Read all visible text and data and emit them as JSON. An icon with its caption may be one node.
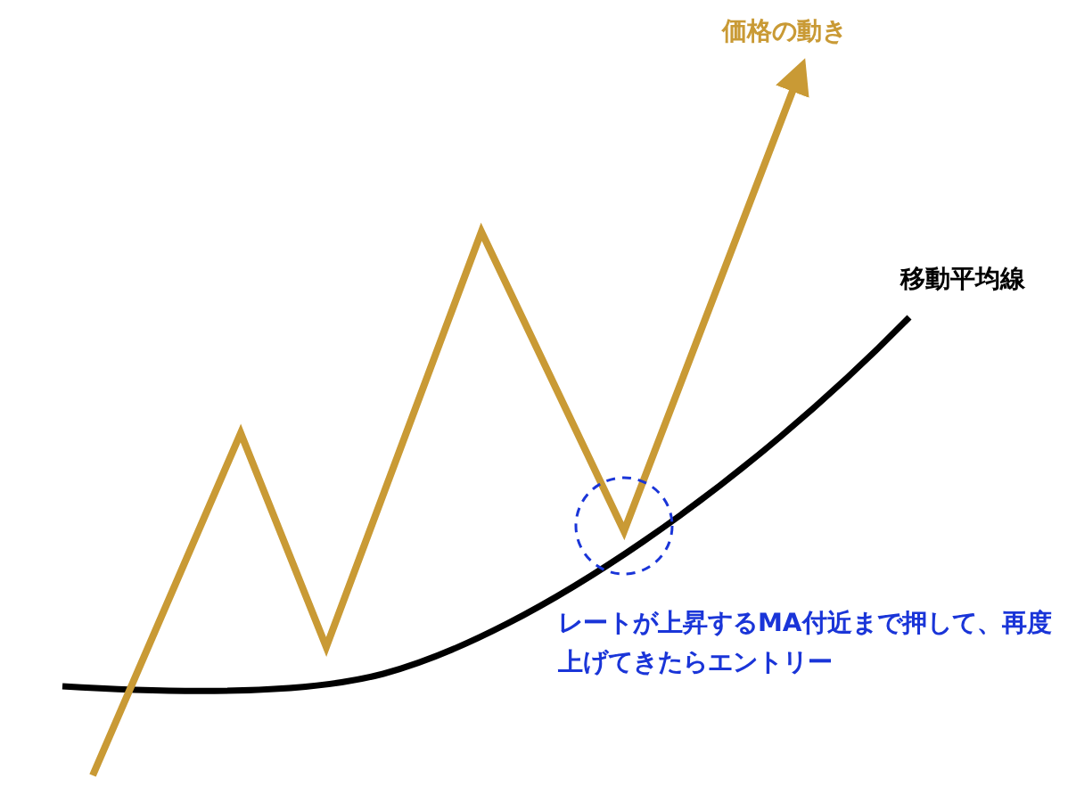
{
  "diagram": {
    "labels": [
      "価格の動き",
      "移動平均線",
      "レートが上昇するMA付近まで押して、再度上げてきたらエントリー"
    ]
  }
}
